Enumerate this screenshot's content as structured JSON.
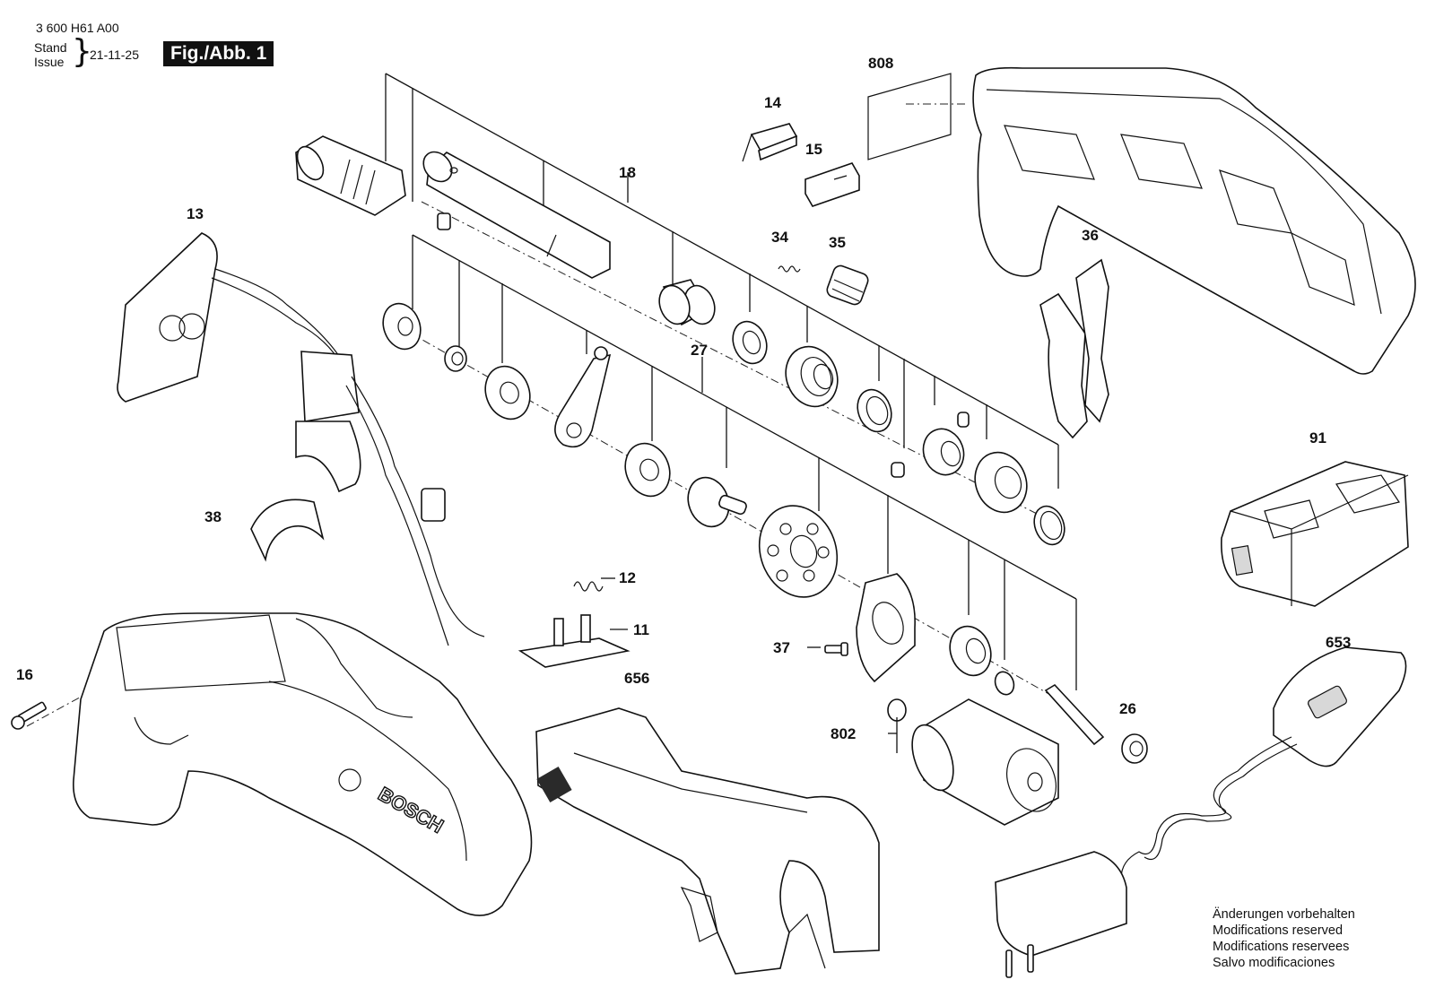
{
  "header": {
    "part_number": "3 600 H61 A00",
    "stand_label": "Stand",
    "issue_label": "Issue",
    "issue_date": "21-11-25",
    "figure_label": "Fig./Abb. 1"
  },
  "part_labels": {
    "p808": "808",
    "p14": "14",
    "p15": "15",
    "p18": "18",
    "p13": "13",
    "p34": "34",
    "p35": "35",
    "p36": "36",
    "p27": "27",
    "p91": "91",
    "p38": "38",
    "p12": "12",
    "p11": "11",
    "p16": "16",
    "p656": "656",
    "p37": "37",
    "p653": "653",
    "p26": "26",
    "p802": "802"
  },
  "notice": {
    "de": "Änderungen vorbehalten",
    "en": "Modifications reserved",
    "fr": "Modifications reservees",
    "es": "Salvo modificaciones"
  },
  "brand_marks": [
    "BOSCH"
  ],
  "colors": {
    "line": "#111111",
    "badge_background": "#111111",
    "badge_text": "#ffffff",
    "background": "#ffffff"
  }
}
